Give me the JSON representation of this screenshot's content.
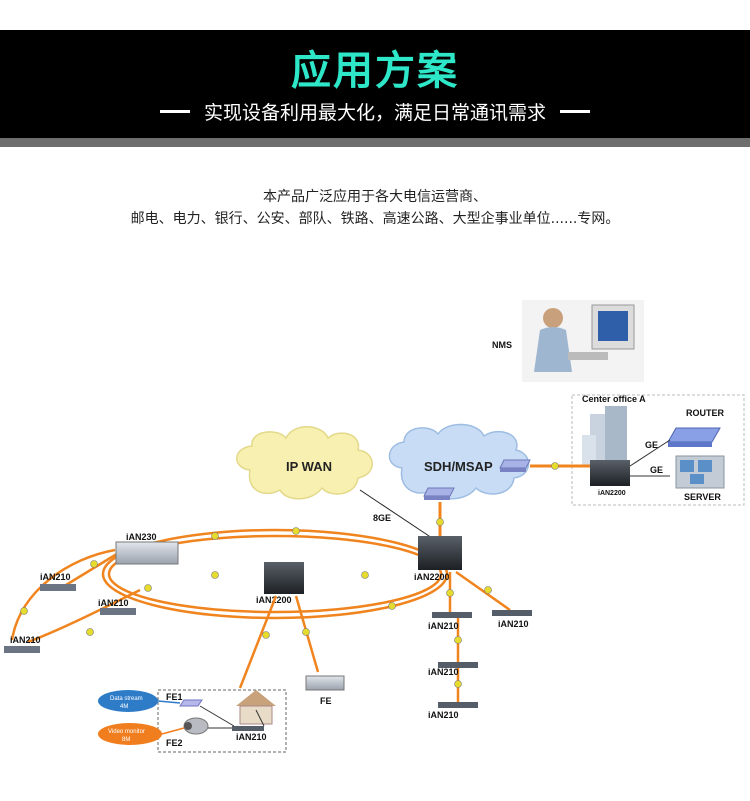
{
  "header": {
    "title": "应用方案",
    "subtitle": "实现设备利用最大化，满足日常通讯需求"
  },
  "intro": {
    "line1": "本产品广泛应用于各大电信运营商、",
    "line2": "邮电、电力、银行、公安、部队、铁路、高速公路、大型企事业单位......专网。"
  },
  "diagram": {
    "nms": "NMS",
    "center_office": "Center office A",
    "router": "ROUTER",
    "server": "SERVER",
    "ge1": "GE",
    "ge2": "GE",
    "ian2200_center": "iAN2200",
    "ip_wan": "IP WAN",
    "sdh_msap": "SDH/MSAP",
    "link_8ge": "8GE",
    "ian230": "iAN230",
    "ian210_a": "iAN210",
    "ian210_b": "iAN210",
    "ian210_c": "iAN210",
    "ian2200_mid": "iAN2200",
    "ian2200_main": "iAN2200",
    "ian210_r1": "iAN210",
    "ian210_r2": "iAN210",
    "ian210_r3": "iAN210",
    "ian210_r4": "iAN210",
    "fe": "FE",
    "fe1": "FE1",
    "fe2": "FE2",
    "ian210_bottom": "iAN210",
    "data_stream": "Data stream",
    "data_stream_rate": "4M",
    "video_monitor": "Video monitor",
    "video_monitor_rate": "8M"
  },
  "colors": {
    "accent": "#2ee6c8",
    "link": "#f0841e",
    "cloud_wan": "#f8f0b0",
    "cloud_sdh": "#c8dcf5",
    "bubble_data": "#2e7cc8",
    "bubble_video": "#f07e1e"
  }
}
